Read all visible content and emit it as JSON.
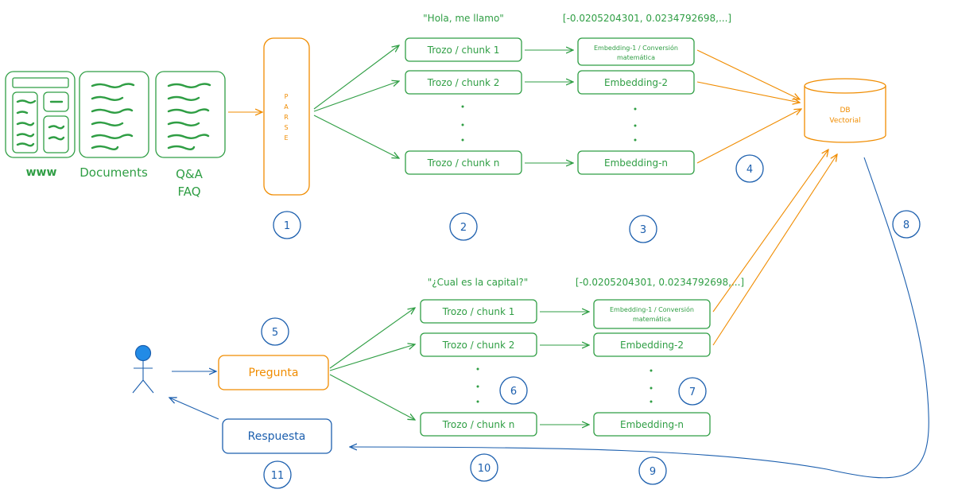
{
  "colors": {
    "green": "#2f9e44",
    "orange": "#f08c00",
    "blue": "#1c5fae"
  },
  "sources": {
    "www": "www",
    "documents": "Documents",
    "faq_line1": "Q&A",
    "faq_line2": "FAQ"
  },
  "parse_letters": [
    "P",
    "A",
    "R",
    "S",
    "E"
  ],
  "ingest": {
    "sample_text": "\"Hola, me llamo\"",
    "vector": "[-0.0205204301, 0.0234792698,...]",
    "chunk_1": "Trozo / chunk 1",
    "chunk_2": "Trozo / chunk 2",
    "chunk_n": "Trozo / chunk n",
    "embed_1_line1": "Embedding-1 / Conversión",
    "embed_1_line2": "matemática",
    "embed_2": "Embedding-2",
    "embed_n": "Embedding-n"
  },
  "db": {
    "line1": "DB",
    "line2": "Vectorial"
  },
  "query": {
    "question_text": "\"¿Cual es la capital?\"",
    "vector": "[-0.0205204301, 0.0234792698,...]",
    "pregunta": "Pregunta",
    "respuesta": "Respuesta",
    "chunk_1": "Trozo / chunk 1",
    "chunk_2": "Trozo / chunk 2",
    "chunk_n": "Trozo / chunk n",
    "embed_1_line1": "Embedding-1 / Conversión",
    "embed_1_line2": "matemática",
    "embed_2": "Embedding-2",
    "embed_n": "Embedding-n"
  },
  "step_numbers": [
    "1",
    "2",
    "3",
    "4",
    "5",
    "6",
    "7",
    "8",
    "9",
    "10",
    "11"
  ],
  "icons": [
    "webpage-icon",
    "document-icon",
    "faq-icon",
    "user-icon"
  ]
}
